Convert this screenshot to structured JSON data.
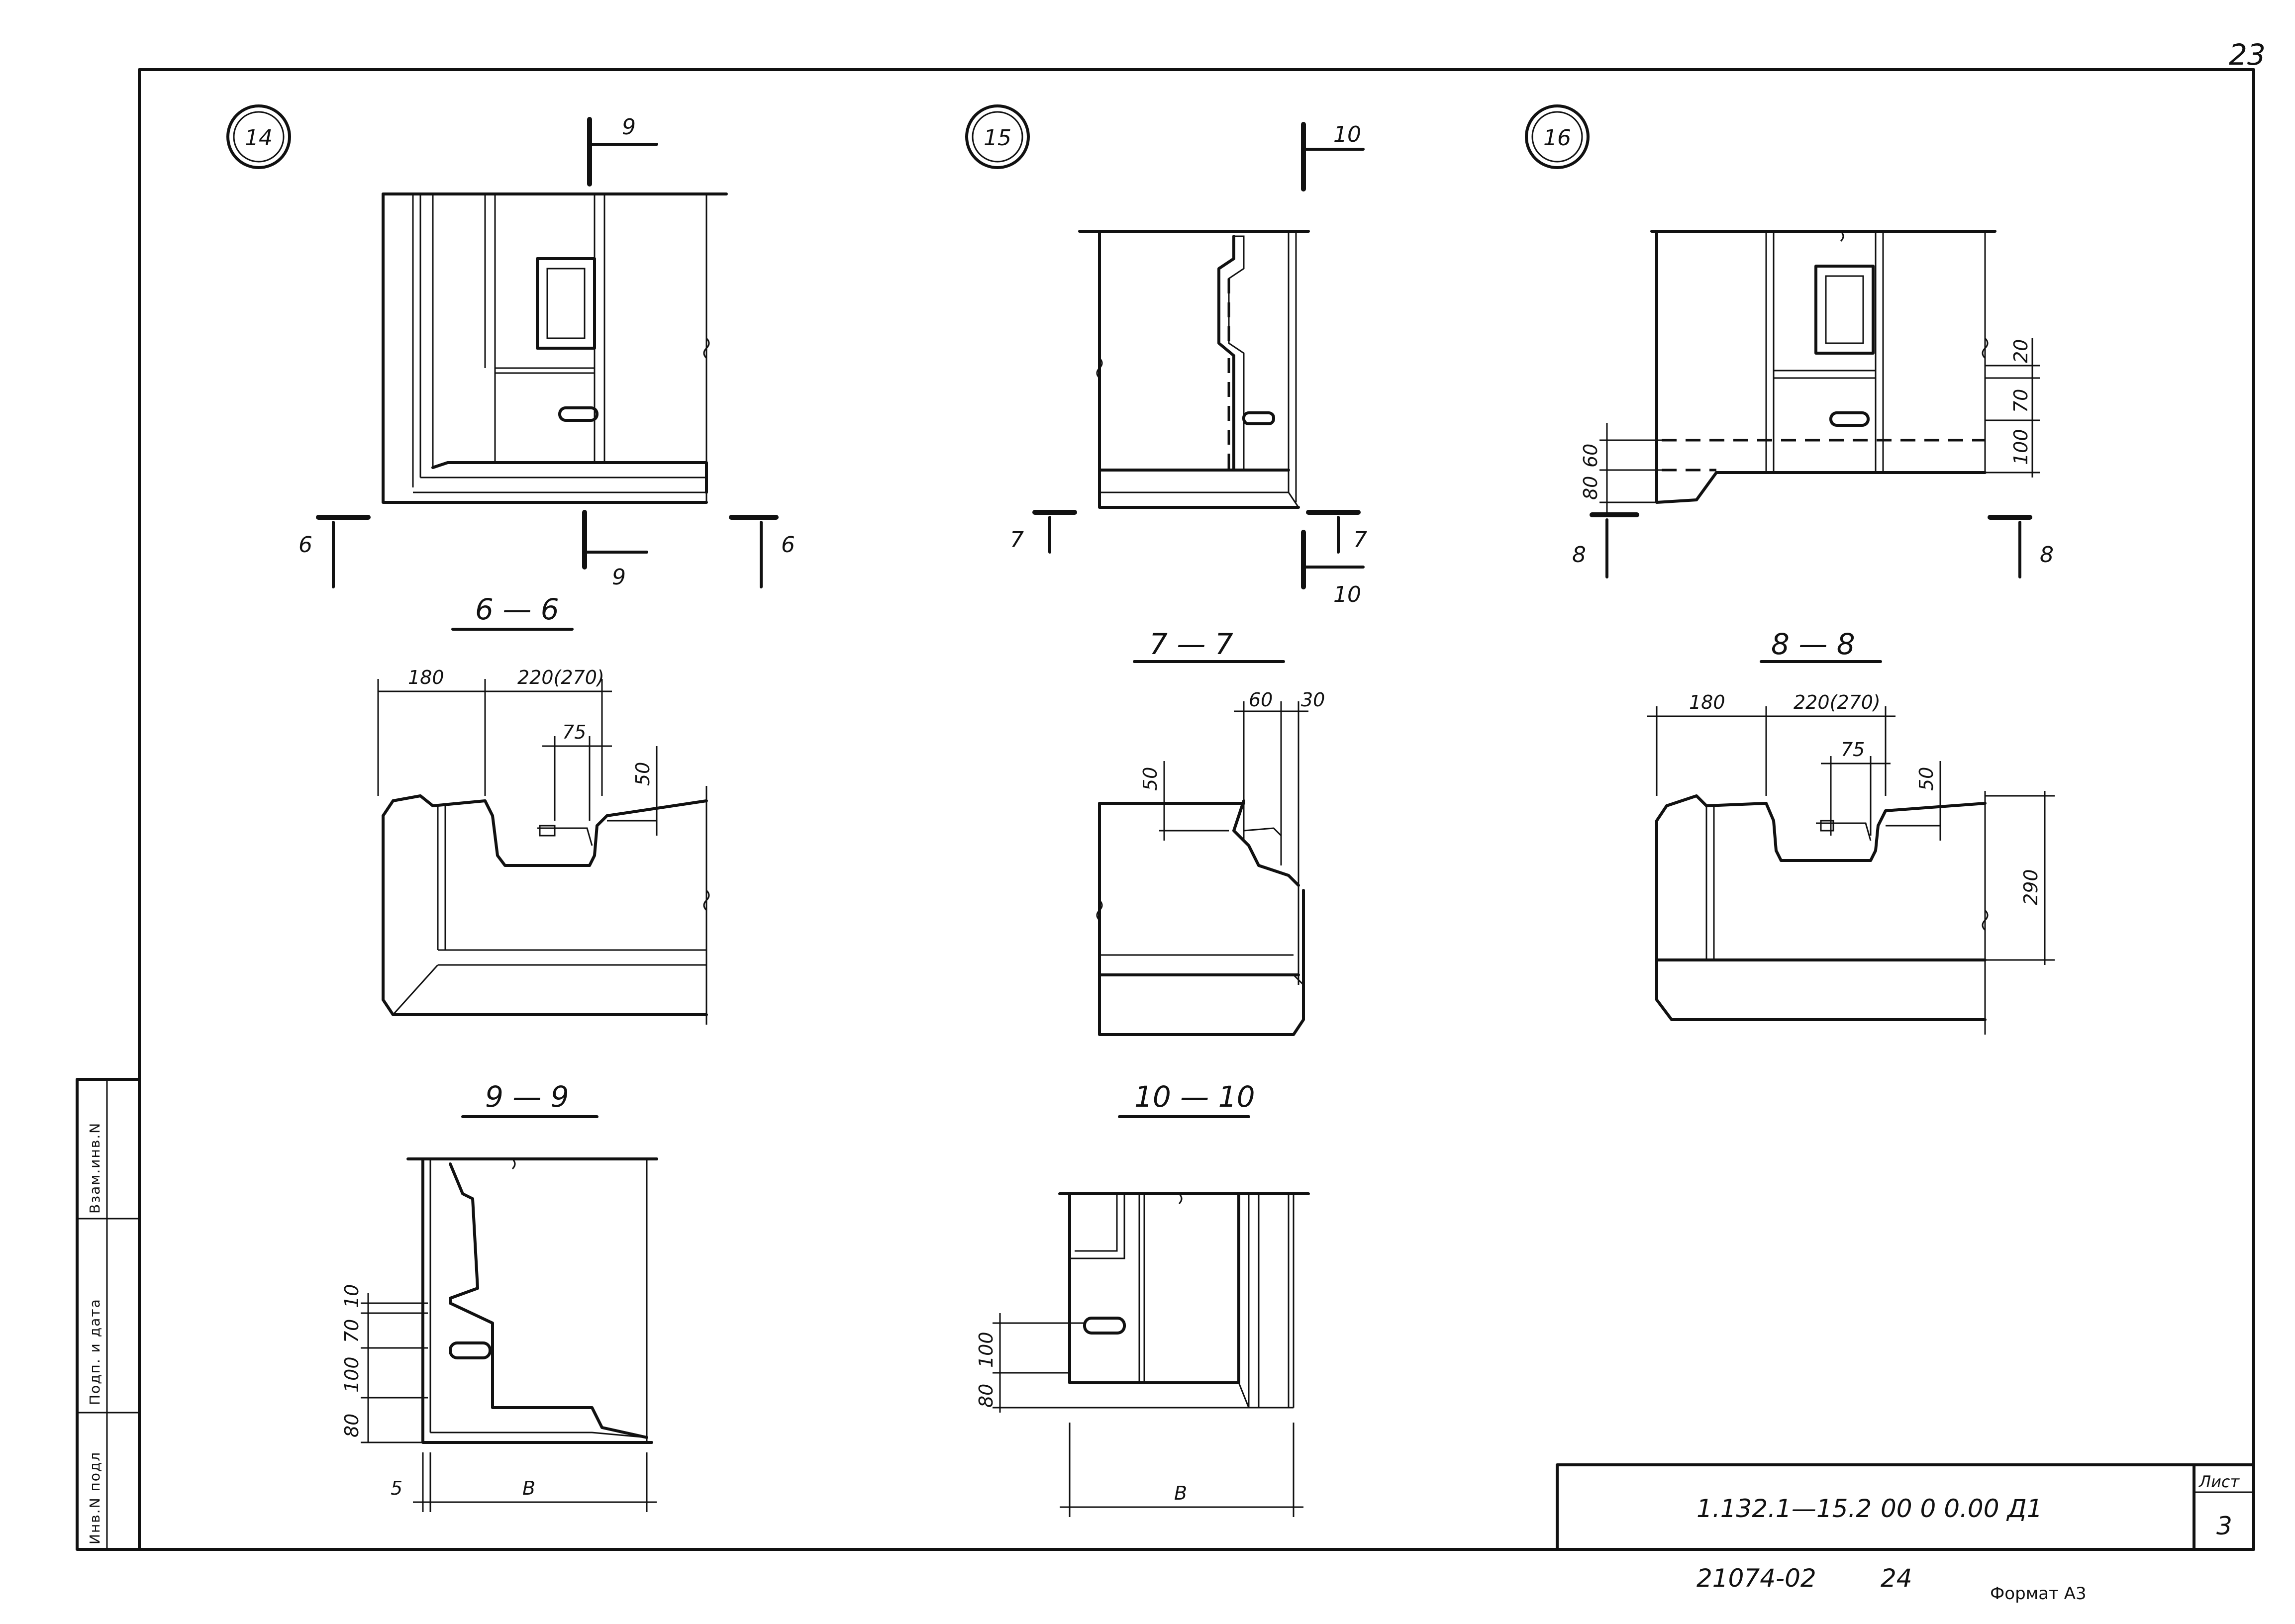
{
  "page": {
    "number": "23"
  },
  "detail_marks": [
    "14",
    "15",
    "16"
  ],
  "section_labels": {
    "s6": "6 — 6",
    "s7": "7 — 7",
    "s8": "8 — 8",
    "s9": "9 — 9",
    "s10": "10 — 10"
  },
  "cut_marks": {
    "c6": "6",
    "c7": "7",
    "c8": "8",
    "c9": "9",
    "c10": "10"
  },
  "dimensions": {
    "d180": "180",
    "d220": "220(270)",
    "d75": "75",
    "d50": "50",
    "d60": "60",
    "d30": "30",
    "d20": "20",
    "d70": "70",
    "d100": "100",
    "d80": "80",
    "d290": "290",
    "d10": "10",
    "d5": "5",
    "dB": "B"
  },
  "stamp_column": [
    "Инв.N подл",
    "Подп. и дата",
    "Взам.инв.N"
  ],
  "title_block": {
    "code": "1.132.1—15.2",
    "suffix": "00 0 0.00 Д1",
    "sheet_label": "Лист",
    "sheet_number": "3"
  },
  "footer": {
    "archive": "21074-02",
    "number": "24",
    "format": "Формат А3"
  }
}
